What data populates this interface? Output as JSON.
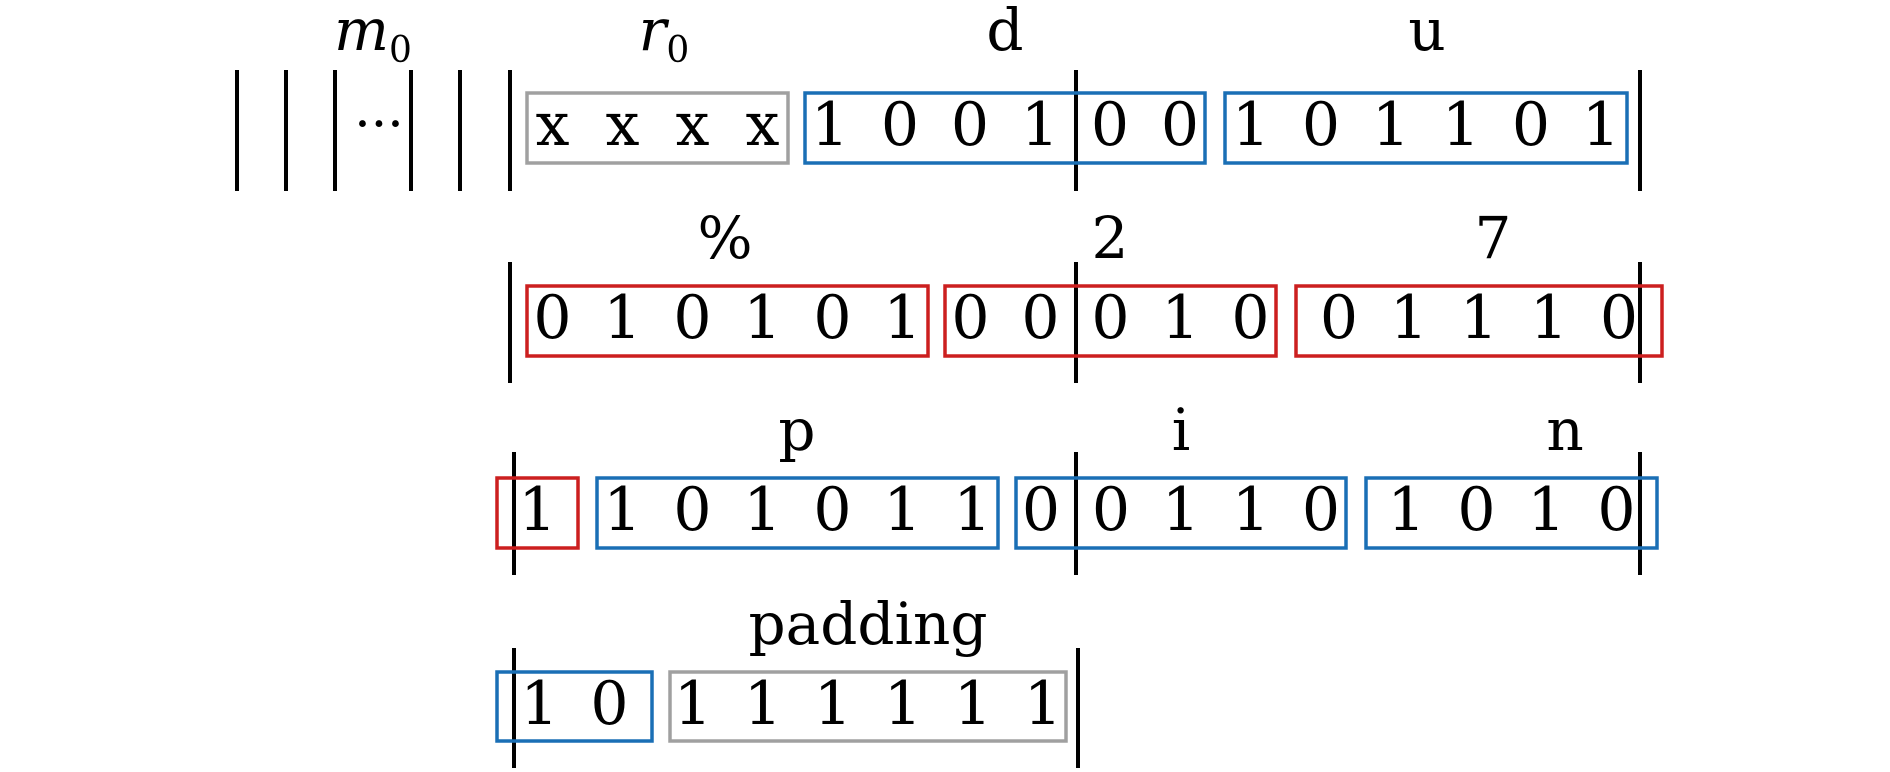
{
  "colors": {
    "blue": "#1a6fb5",
    "red": "#cc1f1f",
    "gray": "#a0a0a0",
    "line": "#000000"
  },
  "rows": [
    {
      "labels": [
        {
          "id": "m0",
          "main": "m",
          "sub": "0",
          "italic": true
        },
        {
          "id": "r0",
          "main": "r",
          "sub": "0",
          "italic": true
        },
        {
          "id": "d",
          "main": "d",
          "sub": "",
          "italic": false
        },
        {
          "id": "u",
          "main": "u",
          "sub": "",
          "italic": false
        }
      ],
      "ellipsis": "···",
      "groups": [
        {
          "id": "r0-bits",
          "color": "gray",
          "bits": [
            "x",
            "x",
            "x",
            "x"
          ]
        },
        {
          "id": "d-bits",
          "color": "blue",
          "bits": [
            "1",
            "0",
            "0",
            "1",
            "0",
            "0"
          ]
        },
        {
          "id": "u-bits",
          "color": "blue",
          "bits": [
            "1",
            "0",
            "1",
            "1",
            "0",
            "1"
          ]
        }
      ]
    },
    {
      "labels": [
        {
          "id": "percent",
          "main": "%",
          "sub": "",
          "italic": false
        },
        {
          "id": "two",
          "main": "2",
          "sub": "",
          "italic": false
        },
        {
          "id": "seven",
          "main": "7",
          "sub": "",
          "italic": false
        }
      ],
      "groups": [
        {
          "id": "percent-bits",
          "color": "red",
          "bits": [
            "0",
            "1",
            "0",
            "1",
            "0",
            "1"
          ]
        },
        {
          "id": "two-bits",
          "color": "red",
          "bits": [
            "0",
            "0",
            "0",
            "1",
            "0"
          ]
        },
        {
          "id": "seven-bits",
          "color": "red",
          "bits": [
            "0",
            "1",
            "1",
            "1",
            "0"
          ]
        }
      ]
    },
    {
      "labels": [
        {
          "id": "p",
          "main": "p",
          "sub": "",
          "italic": false
        },
        {
          "id": "i",
          "main": "i",
          "sub": "",
          "italic": false
        },
        {
          "id": "n",
          "main": "n",
          "sub": "",
          "italic": false
        }
      ],
      "groups": [
        {
          "id": "seven-tail-bit",
          "color": "red",
          "bits": [
            "1"
          ]
        },
        {
          "id": "p-bits",
          "color": "blue",
          "bits": [
            "1",
            "0",
            "1",
            "0",
            "1",
            "1"
          ]
        },
        {
          "id": "i-bits",
          "color": "blue",
          "bits": [
            "0",
            "0",
            "1",
            "1",
            "0"
          ]
        },
        {
          "id": "n-bits",
          "color": "blue",
          "bits": [
            "1",
            "0",
            "1",
            "0"
          ]
        }
      ]
    },
    {
      "labels": [
        {
          "id": "padding",
          "main": "padding",
          "sub": "",
          "italic": false
        }
      ],
      "groups": [
        {
          "id": "n-tail-bits",
          "color": "blue",
          "bits": [
            "1",
            "0"
          ]
        },
        {
          "id": "padding-bits",
          "color": "gray",
          "bits": [
            "1",
            "1",
            "1",
            "1",
            "1",
            "1"
          ]
        }
      ]
    }
  ]
}
